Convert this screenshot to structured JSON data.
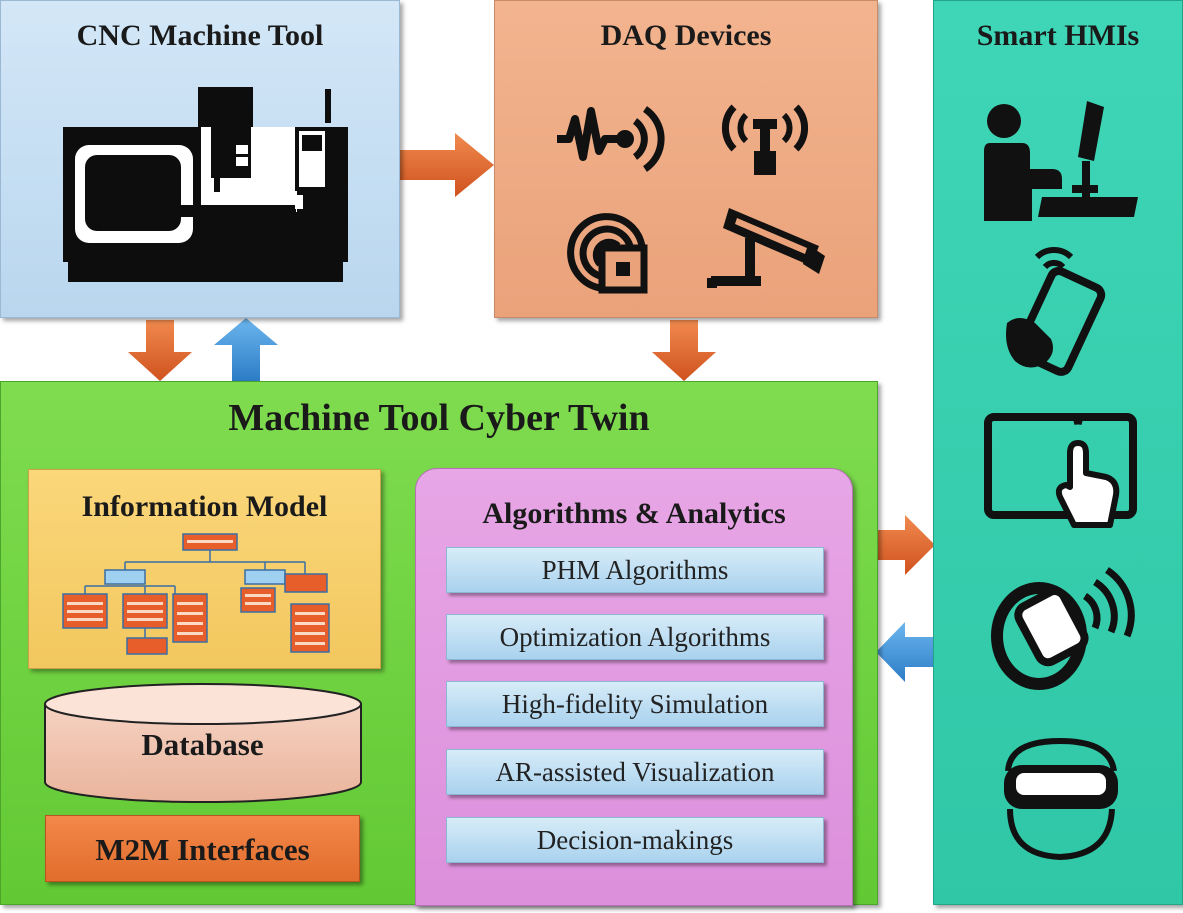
{
  "cnc": {
    "title": "CNC Machine Tool"
  },
  "daq": {
    "title": "DAQ Devices"
  },
  "hmi": {
    "title": "Smart HMIs"
  },
  "twin": {
    "title": "Machine Tool Cyber Twin",
    "info_model": {
      "title": "Information Model"
    },
    "database": "Database",
    "m2m": "M2M Interfaces",
    "algorithms": {
      "title": "Algorithms  & Analytics",
      "items": [
        "PHM Algorithms",
        "Optimization  Algorithms",
        "High-fidelity  Simulation",
        "AR-assisted Visualization",
        "Decision-makings"
      ]
    }
  },
  "colors": {
    "cnc_box": "#c6def2",
    "daq_box": "#eeaa84",
    "hmi_box": "#36cfae",
    "twin_box": "#70d342",
    "info_box": "#f6cf6b",
    "algo_box": "#e19ae0",
    "m2m_box": "#e8773a",
    "arrow_orange": "#e0622a",
    "arrow_blue": "#3a8fd6"
  },
  "icons": [
    "cnc-machine-icon",
    "vibration-sensor-icon",
    "antenna-sensor-icon",
    "rfid-sensor-icon",
    "camera-icon",
    "desktop-user-icon",
    "smartphone-icon",
    "touch-tablet-icon",
    "smartwatch-icon",
    "vr-headset-icon"
  ]
}
